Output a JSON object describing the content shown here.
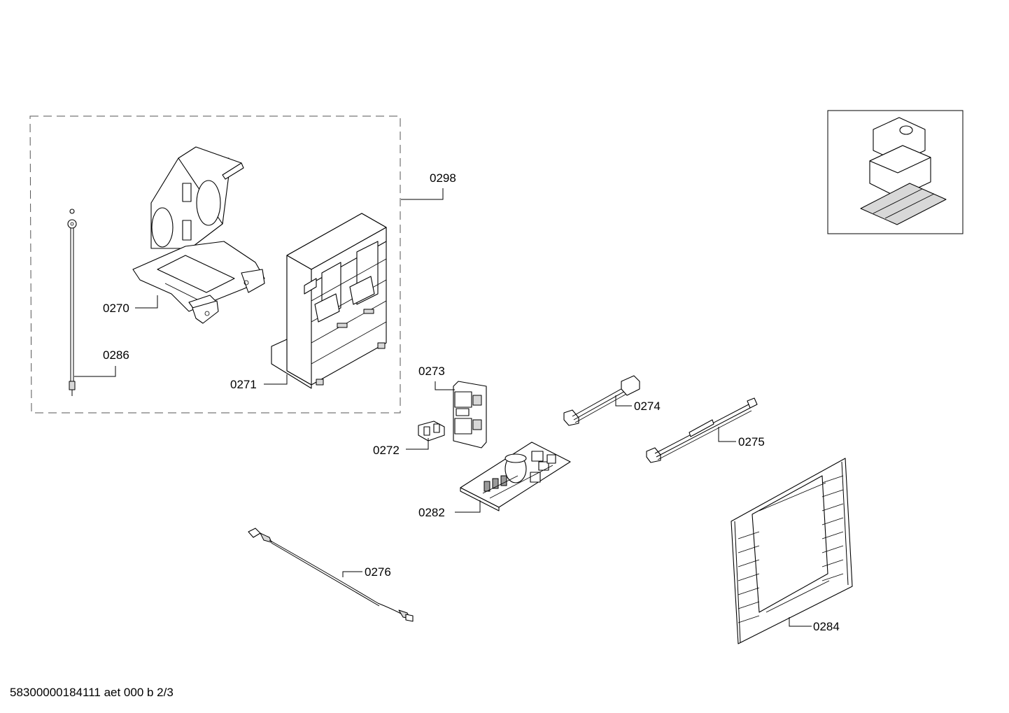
{
  "drawing": {
    "footer_code": "58300000184111 aet 000 b 2/3"
  },
  "parts": [
    {
      "id": "0298"
    },
    {
      "id": "0270"
    },
    {
      "id": "0286"
    },
    {
      "id": "0271"
    },
    {
      "id": "0273"
    },
    {
      "id": "0272"
    },
    {
      "id": "0274"
    },
    {
      "id": "0275"
    },
    {
      "id": "0282"
    },
    {
      "id": "0276"
    },
    {
      "id": "0284"
    }
  ]
}
